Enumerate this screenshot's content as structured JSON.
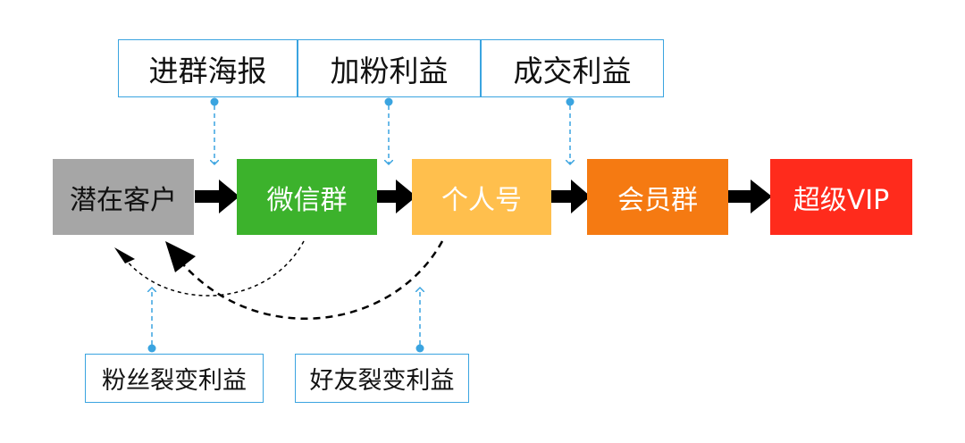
{
  "top_labels": [
    "进群海报",
    "加粉利益",
    "成交利益"
  ],
  "stages": [
    {
      "label": "潜在客户",
      "color": "#a6a6a6",
      "text_color": "#111111"
    },
    {
      "label": "微信群",
      "color": "#3cb22c",
      "text_color": "#ffffff"
    },
    {
      "label": "个人号",
      "color": "#ffbf4d",
      "text_color": "#ffffff"
    },
    {
      "label": "会员群",
      "color": "#f57a12",
      "text_color": "#ffffff"
    },
    {
      "label": "超级VIP",
      "color": "#ff2b1c",
      "text_color": "#ffffff"
    }
  ],
  "bottom_labels": [
    "粉丝裂变利益",
    "好友裂变利益"
  ],
  "colors": {
    "connector": "#3aa4e0",
    "arrow": "#000000",
    "label_border": "#3aa4e0"
  }
}
